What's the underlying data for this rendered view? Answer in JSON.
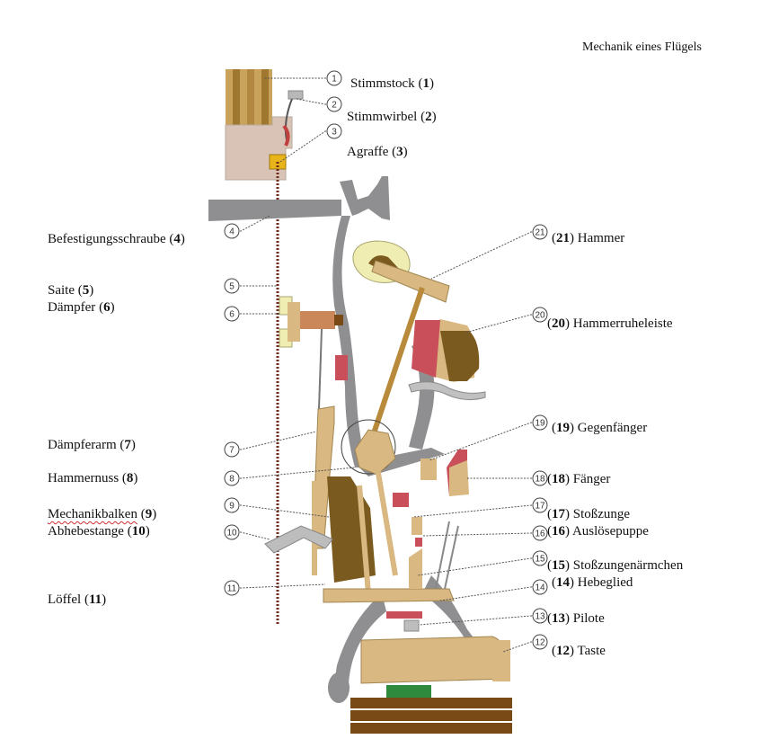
{
  "title": "Mechanik eines Flügels",
  "labels": [
    {
      "n": "1",
      "name": "Stimmstock"
    },
    {
      "n": "2",
      "name": "Stimmwirbel"
    },
    {
      "n": "3",
      "name": "Agraffe"
    },
    {
      "n": "4",
      "name": "Befestigungsschraube"
    },
    {
      "n": "5",
      "name": "Saite"
    },
    {
      "n": "6",
      "name": "Dämpfer"
    },
    {
      "n": "7",
      "name": "Dämpferarm"
    },
    {
      "n": "8",
      "name": "Hammernuss"
    },
    {
      "n": "9",
      "name": "Mechanikbalken"
    },
    {
      "n": "10",
      "name": "Abhebestange"
    },
    {
      "n": "11",
      "name": "Löffel"
    },
    {
      "n": "12",
      "name": "Taste"
    },
    {
      "n": "13",
      "name": "Pilote"
    },
    {
      "n": "14",
      "name": "Hebeglied"
    },
    {
      "n": "15",
      "name": "Stoßzungenärmchen"
    },
    {
      "n": "16",
      "name": "Auslösepuppe"
    },
    {
      "n": "17",
      "name": "Stoßzunge"
    },
    {
      "n": "18",
      "name": "Fänger"
    },
    {
      "n": "19",
      "name": "Gegenfänger"
    },
    {
      "n": "20",
      "name": "Hammerruheleiste"
    },
    {
      "n": "21",
      "name": "Hammer"
    }
  ],
  "colors": {
    "frame": "#8f8f91",
    "wood": "#d9b882",
    "wood_dark": "#7a5a1e",
    "felt_red": "#c9505a",
    "felt_cream": "#efedb2",
    "string": "#6b2a1a",
    "key_base": "#7a4a16",
    "green_felt": "#2e8a3c",
    "block": "#d8c3b6"
  }
}
